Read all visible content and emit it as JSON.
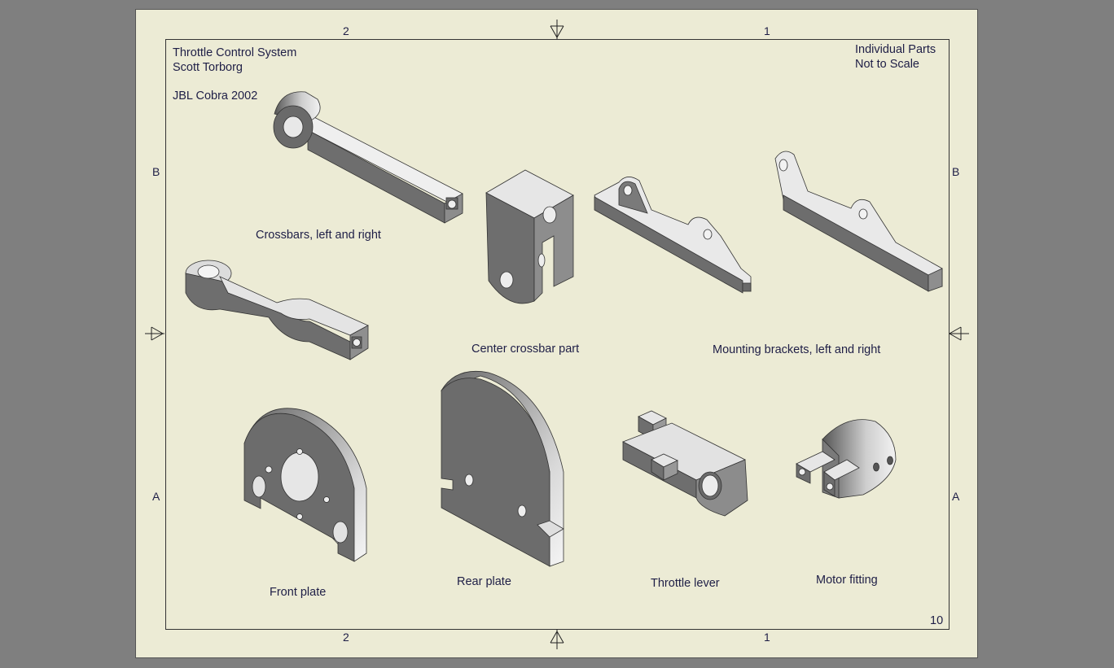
{
  "title_block": {
    "line1": "Throttle Control System",
    "line2": "Scott Torborg",
    "line3": "JBL Cobra 2002",
    "right1": "Individual Parts",
    "right2": "Not to Scale",
    "sheet_number": "10"
  },
  "zones": {
    "top_left": "2",
    "top_right": "1",
    "bottom_left": "2",
    "bottom_right": "1",
    "left_upper": "B",
    "left_lower": "A",
    "right_upper": "B",
    "right_lower": "A"
  },
  "parts": {
    "crossbars": "Crossbars, left and right",
    "center_crossbar": "Center crossbar part",
    "mounting_brackets": "Mounting brackets, left and right",
    "front_plate": "Front plate",
    "rear_plate": "Rear plate",
    "throttle_lever": "Throttle lever",
    "motor_fitting": "Motor fitting"
  },
  "colors": {
    "page_background": "#7f7f7f",
    "sheet": "#ecebd5",
    "text": "#1e1e46",
    "part_dark": "#6c6c6c",
    "part_light": "#d8d8d8"
  }
}
